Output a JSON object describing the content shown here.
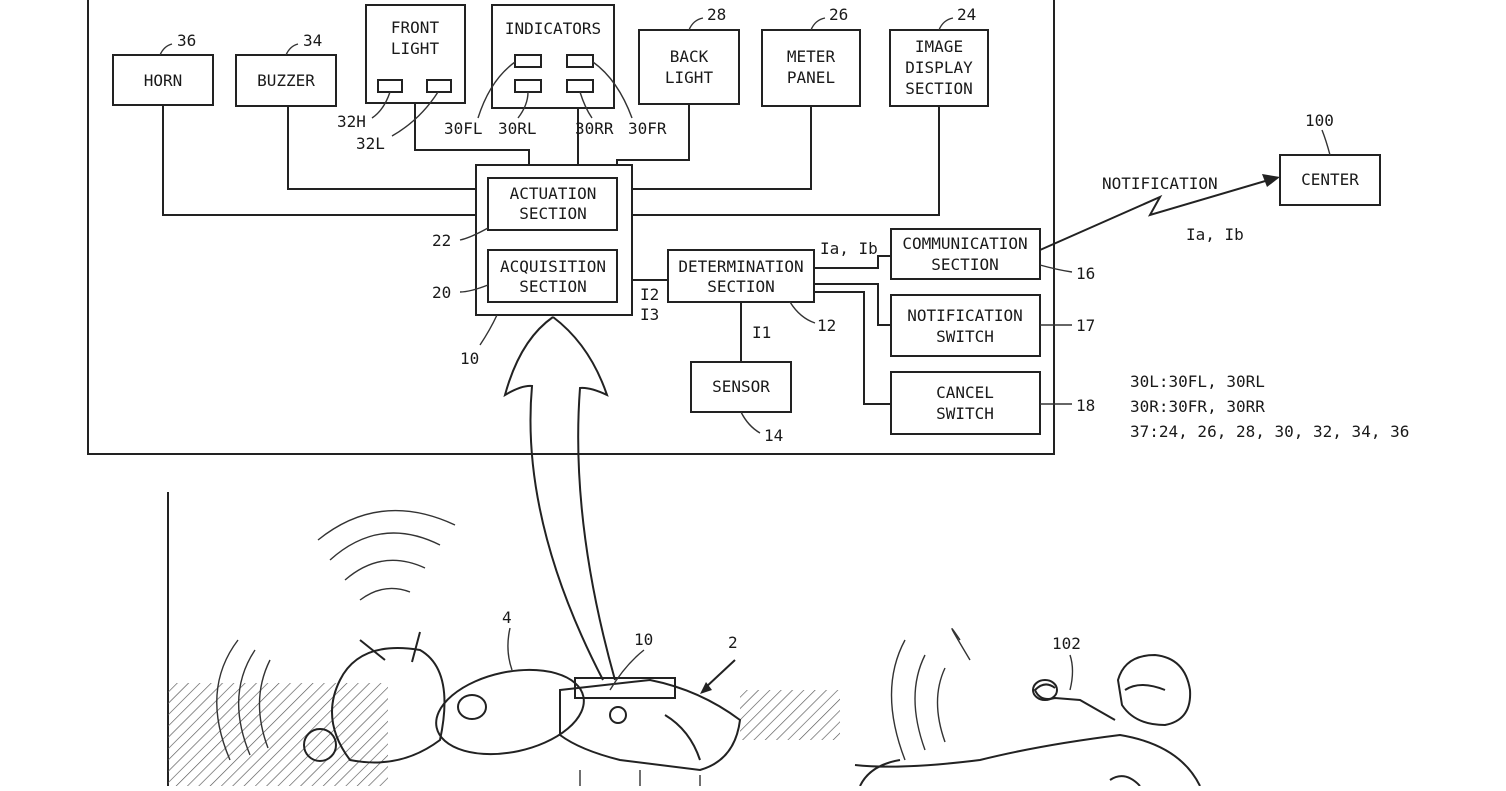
{
  "blocks": {
    "horn": [
      "HORN"
    ],
    "buzzer": [
      "BUZZER"
    ],
    "front_light": [
      "FRONT",
      "LIGHT"
    ],
    "indicators": [
      "INDICATORS"
    ],
    "back_light": [
      "BACK",
      "LIGHT"
    ],
    "meter_panel": [
      "METER",
      "PANEL"
    ],
    "image_display": [
      "IMAGE",
      "DISPLAY",
      "SECTION"
    ],
    "actuation": [
      "ACTUATION",
      "SECTION"
    ],
    "acquisition": [
      "ACQUISITION",
      "SECTION"
    ],
    "determination": [
      "DETERMINATION",
      "SECTION"
    ],
    "communication": [
      "COMMUNICATION",
      "SECTION"
    ],
    "notification_switch": [
      "NOTIFICATION",
      "SWITCH"
    ],
    "cancel_switch": [
      "CANCEL",
      "SWITCH"
    ],
    "sensor": [
      "SENSOR"
    ],
    "center": [
      "CENTER"
    ]
  },
  "refs": {
    "horn": "36",
    "buzzer": "34",
    "back_light": "28",
    "meter_panel": "26",
    "image_display": "24",
    "h32": "32H",
    "l32": "32L",
    "fl": "30FL",
    "rl": "30RL",
    "rr": "30RR",
    "fr": "30FR",
    "actuation": "22",
    "acquisition": "20",
    "controller": "10",
    "determination": "12",
    "sensor": "14",
    "communication": "16",
    "notification_switch": "17",
    "cancel_switch": "18",
    "center": "100",
    "motorcycle": "4",
    "vehicle": "2",
    "device": "10",
    "rider": "102"
  },
  "signals": {
    "i1": "I1",
    "i2": "I2",
    "i3": "I3",
    "iab_comm": "Ia, Ib",
    "iab_center": "Ia, Ib",
    "notification": "NOTIFICATION"
  },
  "legend": [
    "30L:30FL, 30RL",
    "30R:30FR, 30RR",
    "37:24, 26, 28, 30, 32, 34, 36"
  ]
}
